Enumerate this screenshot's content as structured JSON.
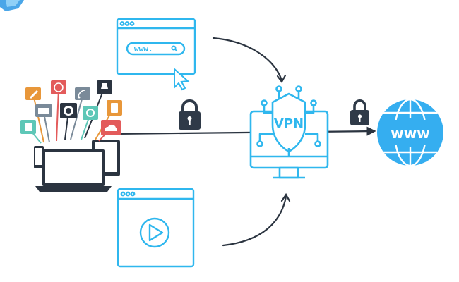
{
  "browser_window": {
    "url_text": "www."
  },
  "vpn": {
    "label": "VPN"
  },
  "globe": {
    "label": "www"
  },
  "colors": {
    "accent": "#2fb7ee",
    "dark": "#2b3440",
    "lock": "#2f3a48",
    "corner": "#4aa6e8"
  },
  "icons": {
    "browser": "browser-window-icon",
    "video": "video-player-icon",
    "lock": "padlock-icon",
    "vpn": "vpn-shield-monitor-icon",
    "globe": "globe-www-icon",
    "devices": "devices-icon"
  }
}
